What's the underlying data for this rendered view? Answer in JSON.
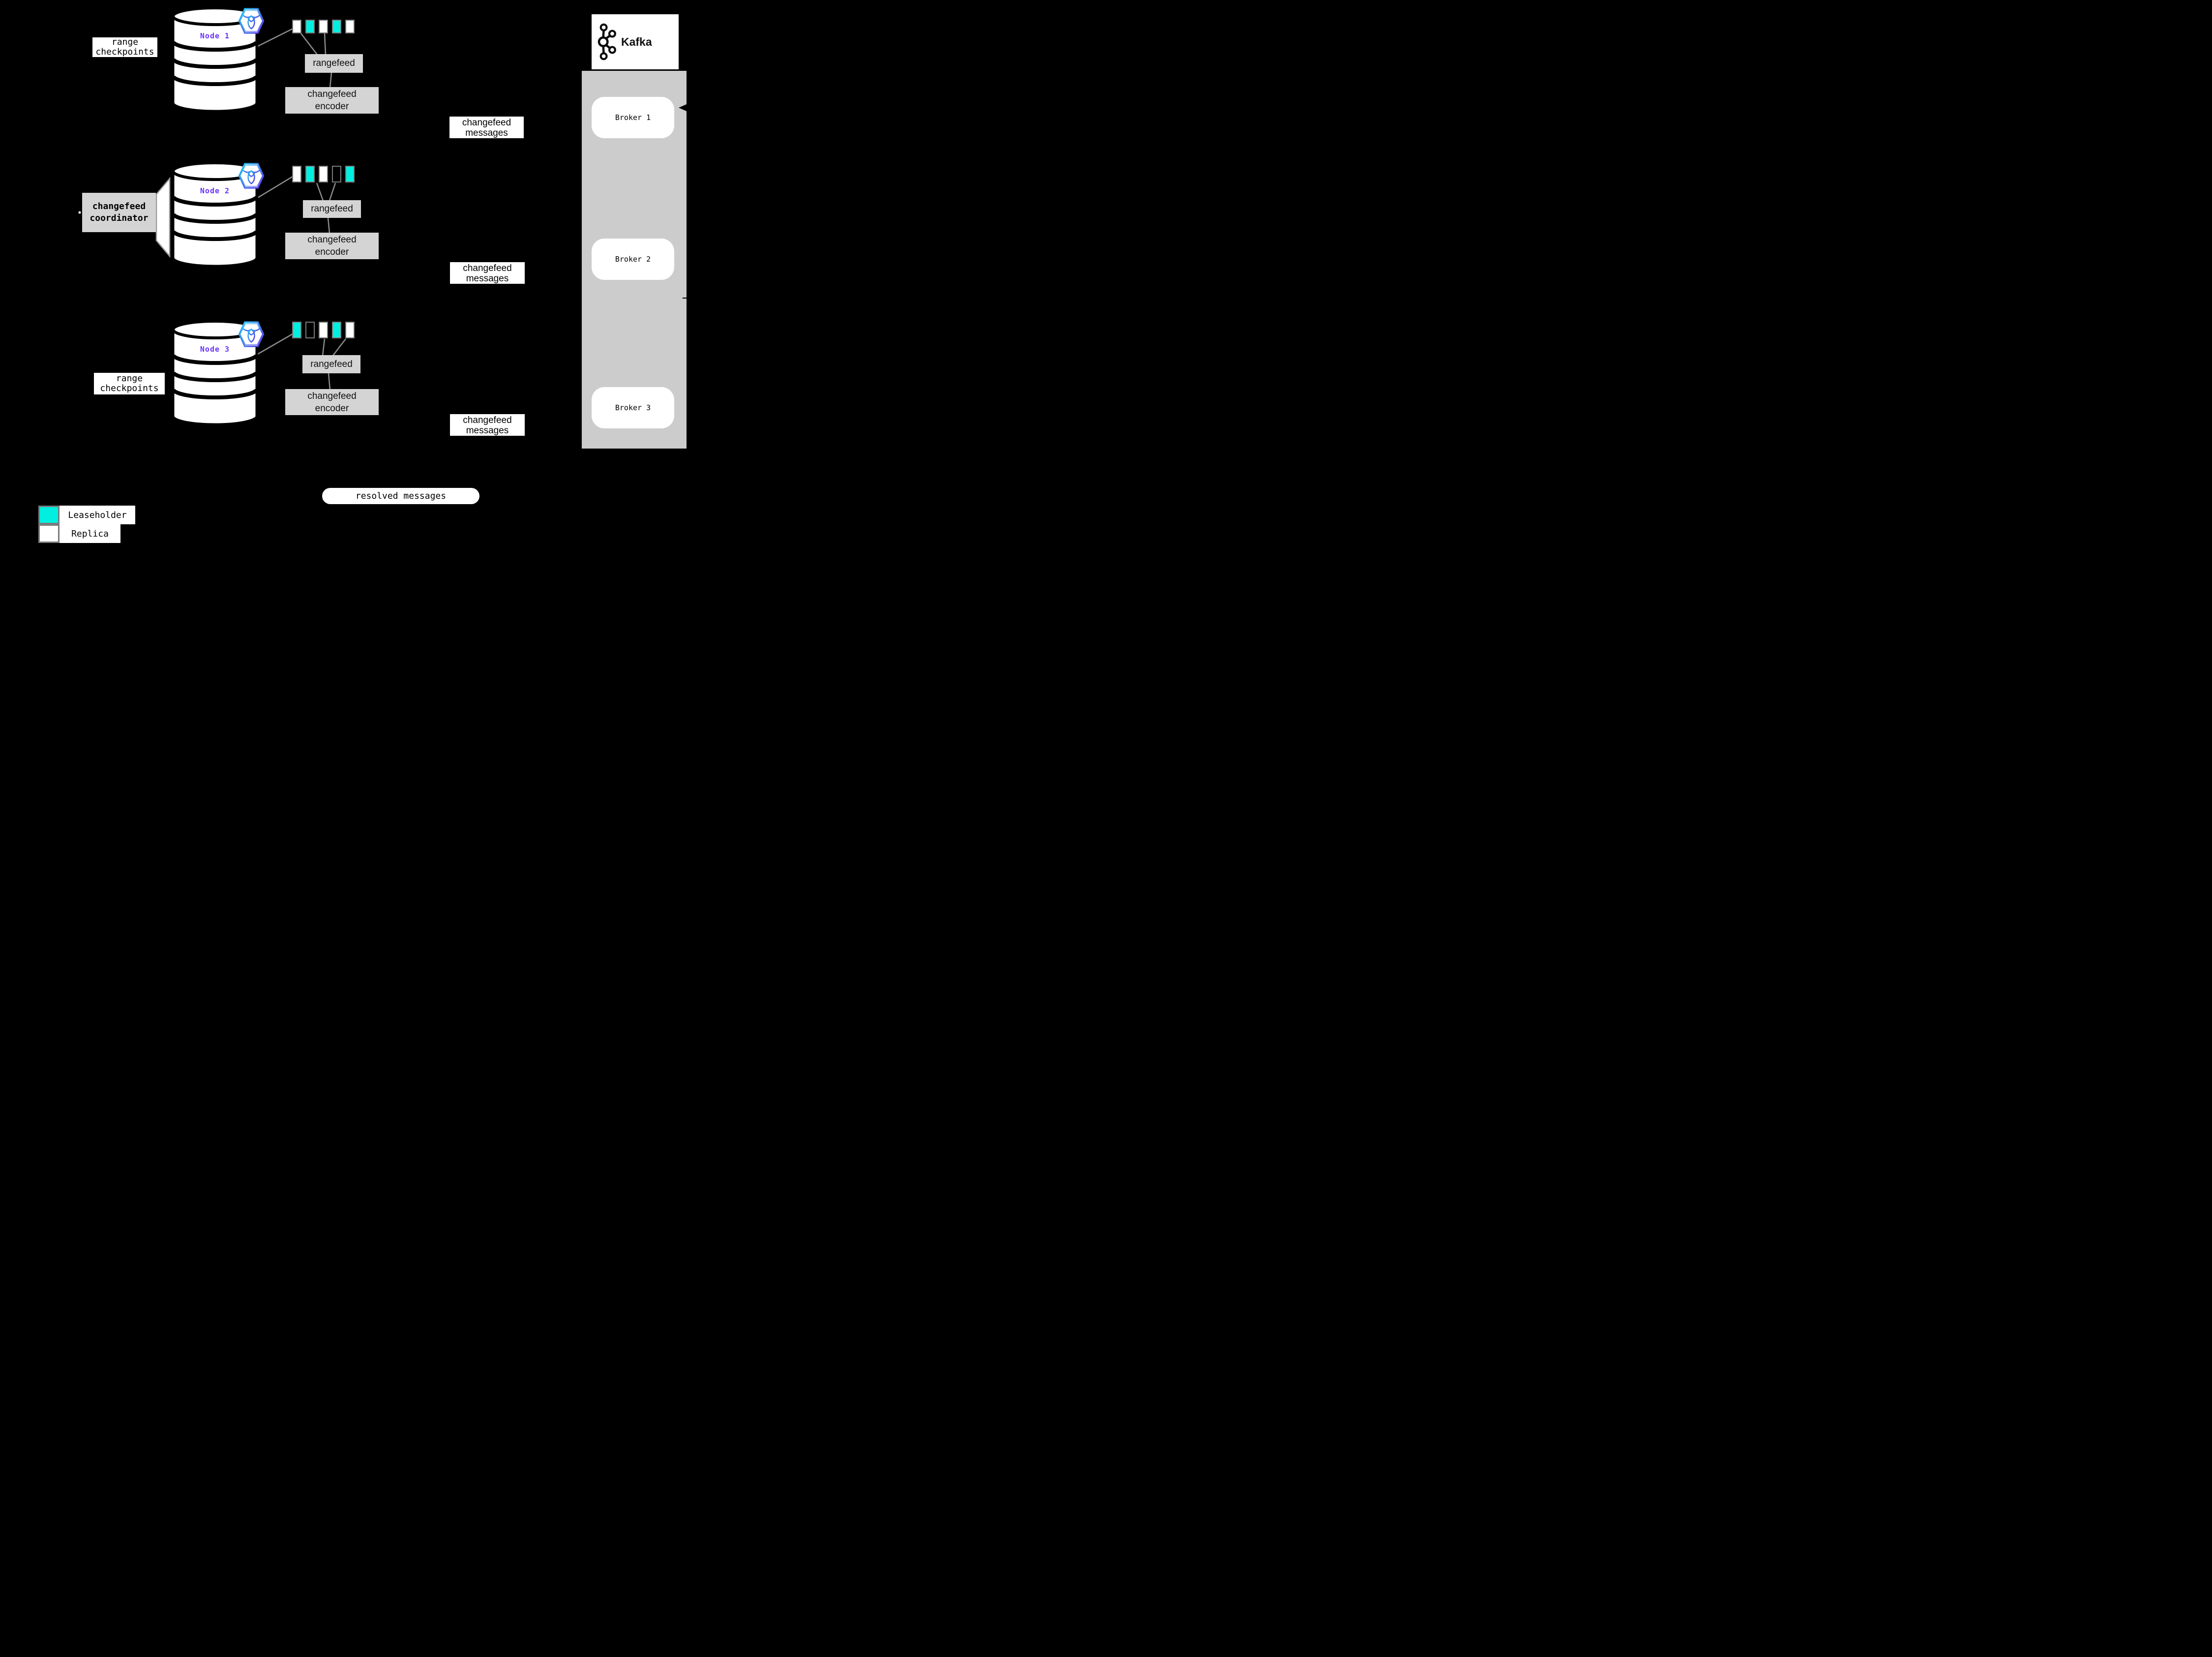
{
  "colors": {
    "background": "#000000",
    "leaseholder": "#00efe0",
    "replica": "#ffffff",
    "panel_gray": "#d4d4d4",
    "column_gray": "#cccccc",
    "node_label": "#6933ff",
    "line_gray": "#8c8c8c",
    "square_border": "#7a7a7a"
  },
  "nodes": [
    {
      "label": "Node 1",
      "rangefeed_label": "rangefeed",
      "encoder": {
        "line1": "changefeed",
        "line2": "encoder"
      },
      "ranges": [
        "replica",
        "leaseholder",
        "replica",
        "leaseholder",
        "replica"
      ]
    },
    {
      "label": "Node 2",
      "rangefeed_label": "rangefeed",
      "encoder": {
        "line1": "changefeed",
        "line2": "encoder"
      },
      "ranges": [
        "replica",
        "leaseholder",
        "replica",
        "empty",
        "leaseholder"
      ]
    },
    {
      "label": "Node 3",
      "rangefeed_label": "rangefeed",
      "encoder": {
        "line1": "changefeed",
        "line2": "encoder"
      },
      "ranges": [
        "leaseholder",
        "empty",
        "replica",
        "leaseholder",
        "replica"
      ]
    }
  ],
  "labels": {
    "range_checkpoints": {
      "line1": "range",
      "line2": "checkpoints"
    },
    "changefeed_coordinator": {
      "line1": "changefeed",
      "line2": "coordinator"
    },
    "changefeed_messages": [
      {
        "line1": "changefeed",
        "line2": "messages"
      },
      {
        "line1": "changefeed",
        "line2": "messages"
      },
      {
        "line1": "changefeed",
        "line2": "messages"
      }
    ],
    "resolved_messages": "resolved messages"
  },
  "kafka": {
    "title": "Kafka",
    "brokers": [
      "Broker 1",
      "Broker 2",
      "Broker 3"
    ]
  },
  "legend": {
    "items": [
      {
        "label": "Leaseholder",
        "color_key": "leaseholder"
      },
      {
        "label": "Replica",
        "color_key": "replica"
      }
    ]
  }
}
